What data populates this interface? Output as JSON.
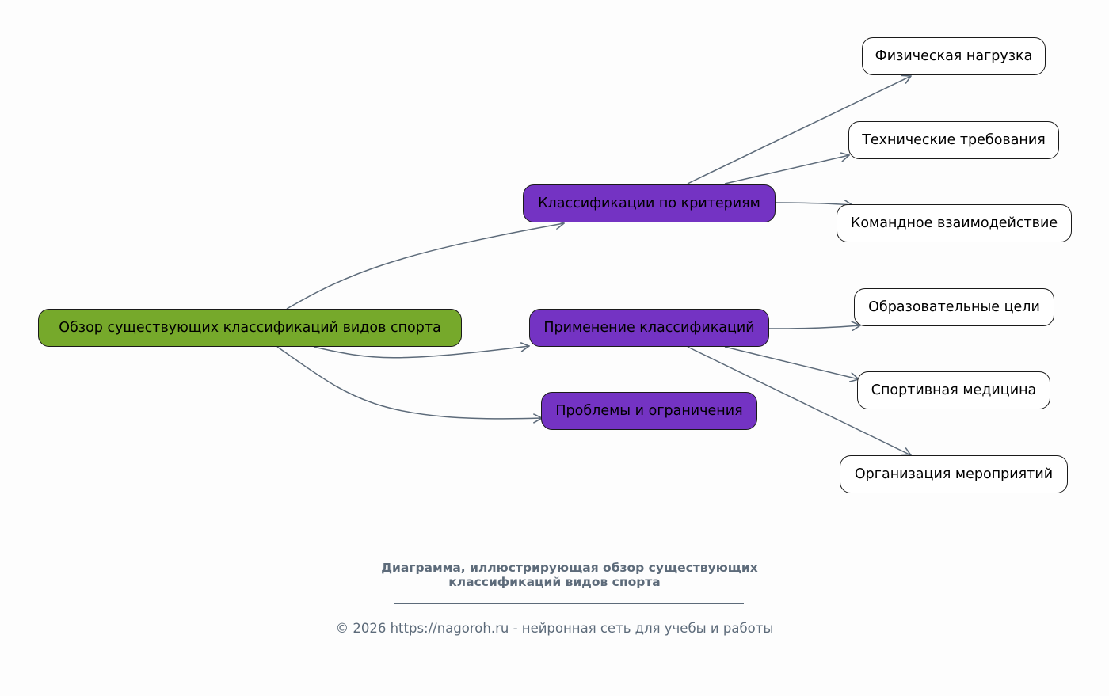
{
  "diagram": {
    "root": {
      "id": "root",
      "label": "Обзор существующих классификаций видов спорта",
      "color": "#76a92b"
    },
    "branches": [
      {
        "id": "criteria",
        "label": "Классификации по критериям",
        "color": "#7433c3",
        "children": [
          {
            "id": "physical",
            "label": "Физическая нагрузка"
          },
          {
            "id": "technical",
            "label": "Технические требования"
          },
          {
            "id": "team",
            "label": "Командное взаимодействие"
          }
        ]
      },
      {
        "id": "application",
        "label": "Применение классификаций",
        "color": "#7433c3",
        "children": [
          {
            "id": "education",
            "label": "Образовательные цели"
          },
          {
            "id": "medicine",
            "label": "Спортивная медицина"
          },
          {
            "id": "events",
            "label": "Организация мероприятий"
          }
        ]
      },
      {
        "id": "problems",
        "label": "Проблемы и ограничения",
        "color": "#7433c3",
        "children": []
      }
    ],
    "edge_color": "#5d6b7a",
    "leaf_color": "#ffffff"
  },
  "caption": {
    "title_line1": "Диаграмма, иллюстрирующая обзор существующих",
    "title_line2": "классификаций видов спорта",
    "footer": "© 2026 https://nagoroh.ru - нейронная сеть для учебы и работы"
  }
}
